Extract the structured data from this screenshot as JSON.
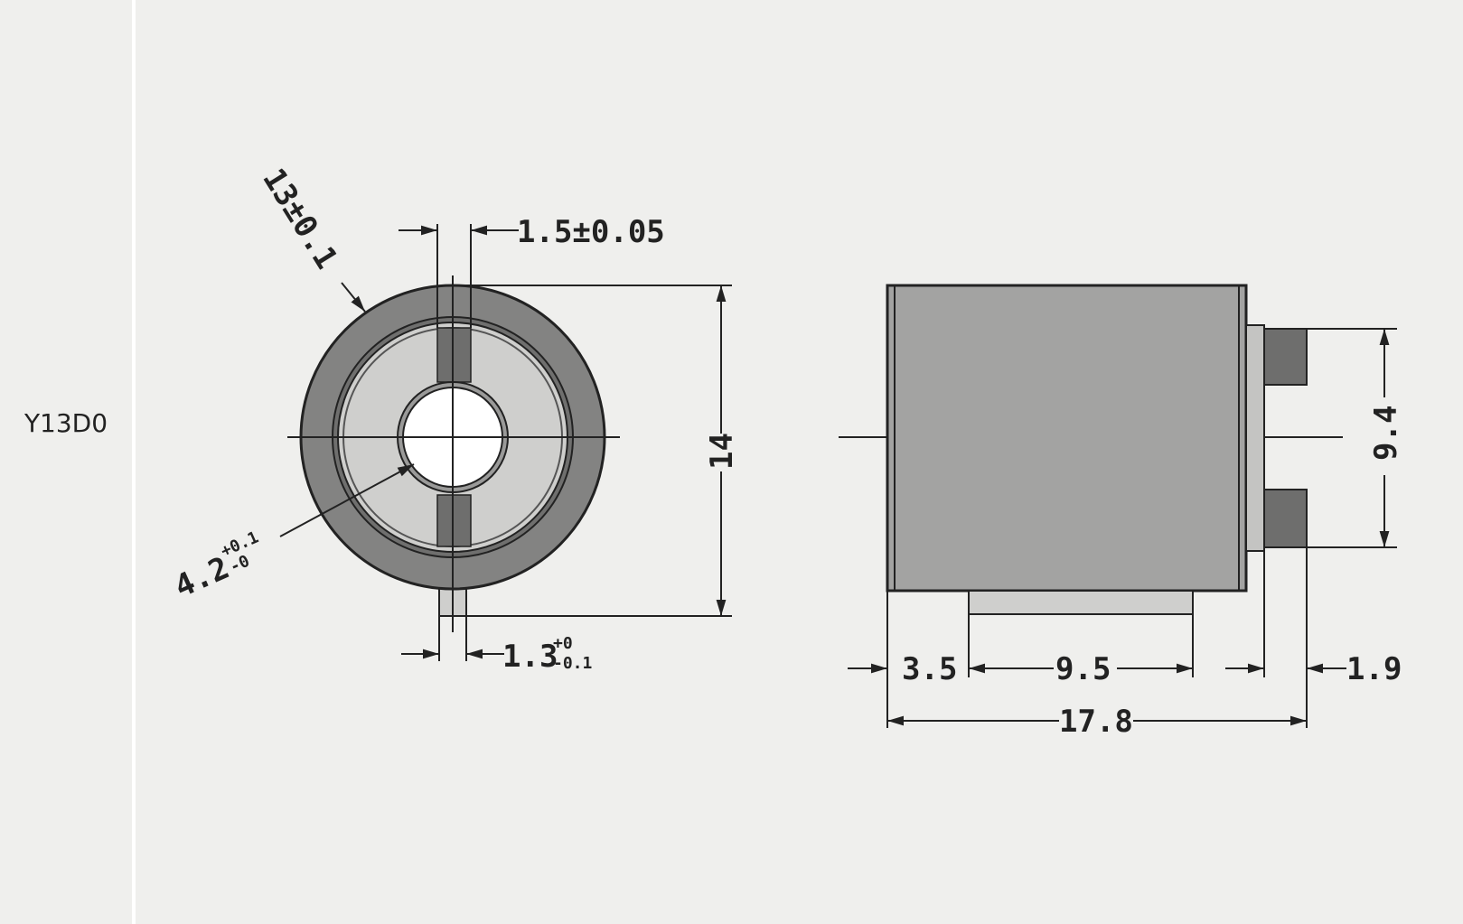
{
  "model": "Y13D0",
  "front_view": {
    "outer_diameter": "13±0.1",
    "slot_width": "1.5±0.05",
    "height": "14",
    "bore_base": "4.2",
    "bore_tol_upper": "+0.1",
    "bore_tol_lower": "-0",
    "pin_base": "1.3",
    "pin_tol_upper": "+0",
    "pin_tol_lower": "-0.1"
  },
  "side_view": {
    "terminal_span": "9.4",
    "left_offset": "3.5",
    "base_length": "9.5",
    "terminal_width": "1.9",
    "overall_length": "17.8"
  },
  "colors": {
    "background": "#efefed",
    "body": "#a3a3a2",
    "ring_dark": "#838382",
    "ring_light": "#cfcfcd",
    "terminal": "#6e6e6d",
    "line": "#222222"
  }
}
